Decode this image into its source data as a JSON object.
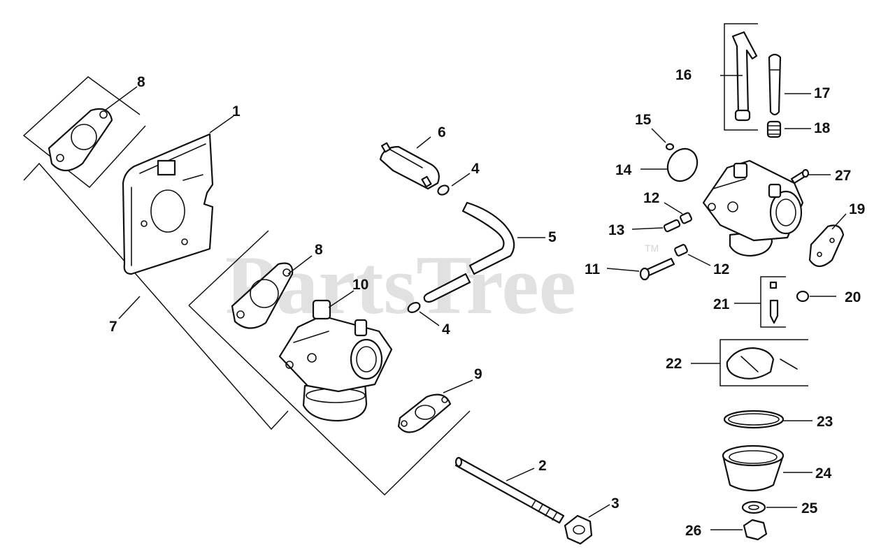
{
  "watermark": {
    "text": "PartsTree",
    "tm": "TM",
    "color": "#c9c9c9"
  },
  "callouts": {
    "c1": "1",
    "c2": "2",
    "c3": "3",
    "c4a": "4",
    "c4b": "4",
    "c5": "5",
    "c6": "6",
    "c7": "7",
    "c8a": "8",
    "c8b": "8",
    "c9": "9",
    "c10": "10",
    "c11": "11",
    "c12a": "12",
    "c12b": "12",
    "c13": "13",
    "c14": "14",
    "c15": "15",
    "c16": "16",
    "c17": "17",
    "c18": "18",
    "c19": "19",
    "c20": "20",
    "c21": "21",
    "c22": "22",
    "c23": "23",
    "c24": "24",
    "c25": "25",
    "c26": "26",
    "c27": "27"
  }
}
